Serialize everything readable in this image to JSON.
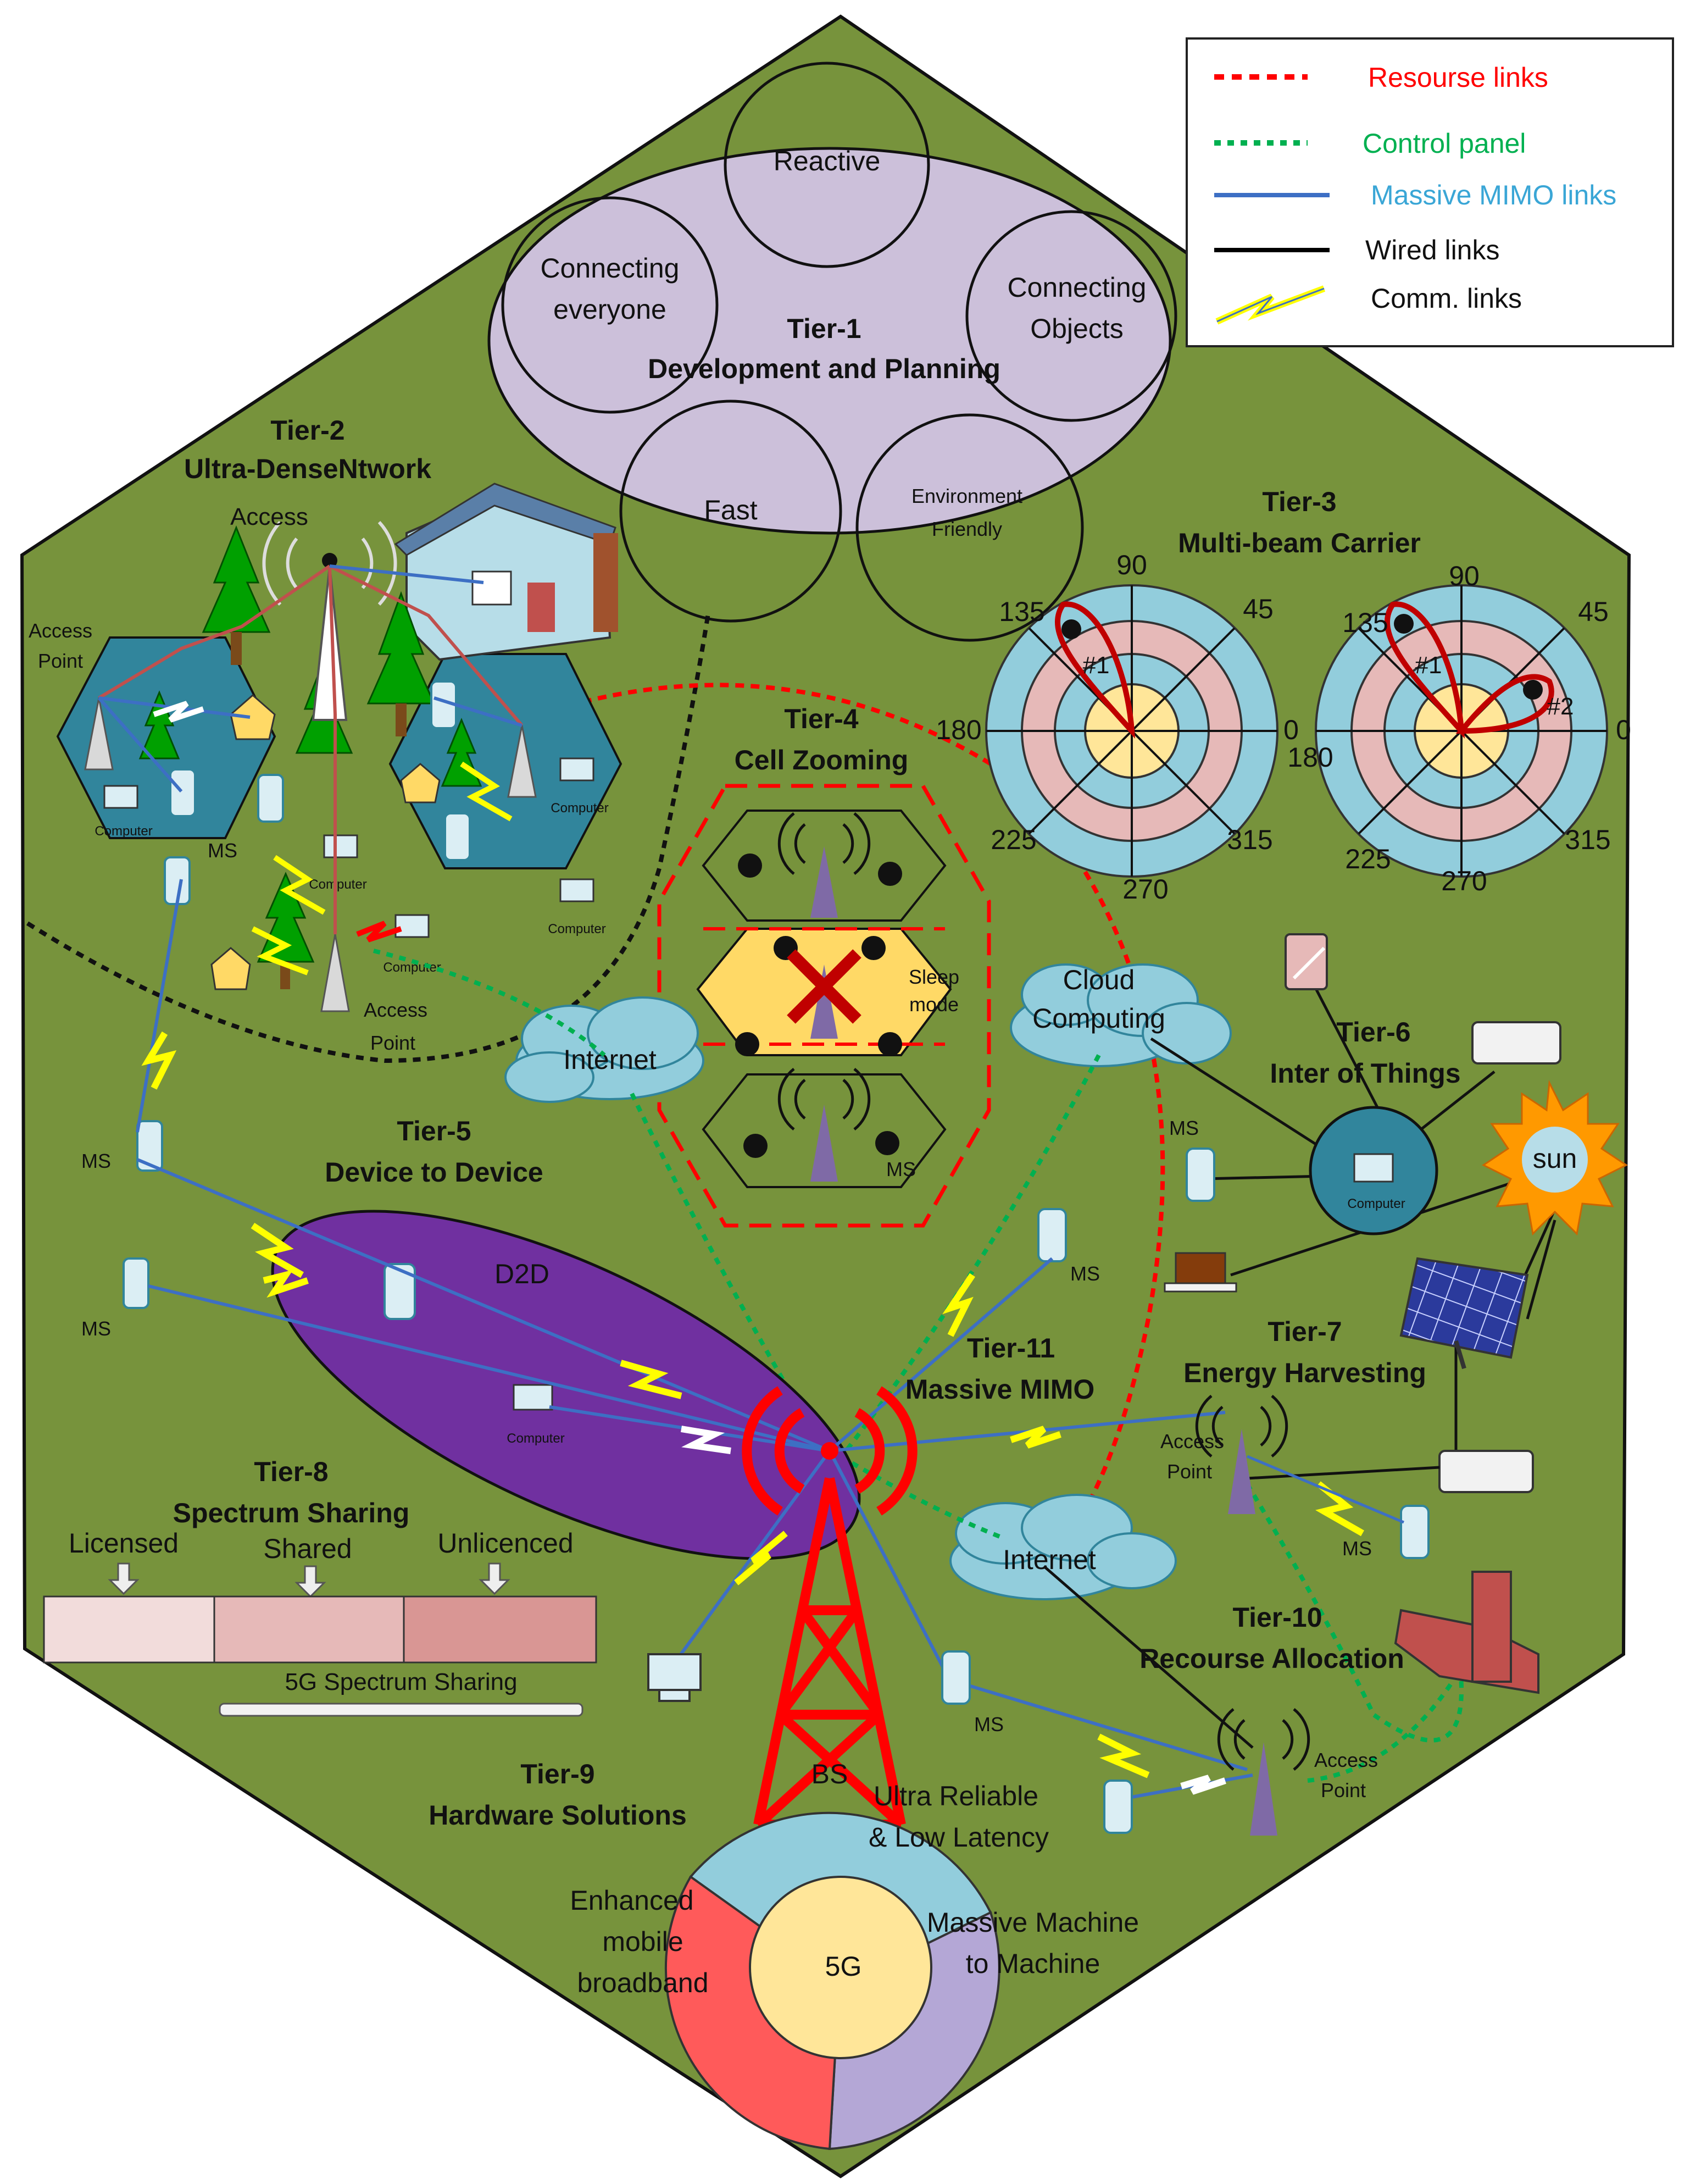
{
  "legend": {
    "items": [
      {
        "label": "Resourse links",
        "color": "#ff0000",
        "style": "dashed"
      },
      {
        "label": "Control panel",
        "color": "#00b050",
        "style": "dotted"
      },
      {
        "label": "Massive MIMO links",
        "color": "#3aa6d6",
        "style": "solid-blue"
      },
      {
        "label": "Wired links",
        "color": "#000000",
        "style": "solid"
      },
      {
        "label": "Comm. links",
        "color": "#ffff00",
        "style": "lightning"
      }
    ]
  },
  "tier1": {
    "title": "Tier-1",
    "subtitle": "Development and Planning",
    "circles": [
      "Reactive",
      "Connecting",
      "everyone",
      "Connecting",
      "Objects",
      "Fast",
      "Environment",
      "Friendly"
    ]
  },
  "tier2": {
    "title": "Tier-2",
    "subtitle": "Ultra-DenseNtwork"
  },
  "tier3": {
    "title": "Tier-3",
    "subtitle": "Multi-beam Carrier",
    "angles": [
      "90",
      "45",
      "135",
      "180",
      "0",
      "225",
      "315",
      "270"
    ],
    "beams": [
      "#1",
      "#1",
      "#2"
    ]
  },
  "tier4": {
    "title": "Tier-4",
    "subtitle": "Cell Zooming",
    "sleep": [
      "Sleep",
      "mode"
    ]
  },
  "tier5": {
    "title": "Tier-5",
    "subtitle": "Device to Device",
    "d2d": "D2D"
  },
  "tier6": {
    "title": "Tier-6",
    "subtitle": "Inter of Things"
  },
  "tier7": {
    "title": "Tier-7",
    "subtitle": "Energy Harvesting",
    "sun": "sun"
  },
  "tier8": {
    "title": "Tier-8",
    "subtitle": "Spectrum Sharing",
    "bands": [
      "Licensed",
      "Shared",
      "Unlicenced"
    ],
    "caption": "5G Spectrum Sharing"
  },
  "tier9": {
    "title": "Tier-9",
    "subtitle": "Hardware Solutions",
    "center": "5G",
    "segments": [
      "Ultra Reliable",
      "& Low Latency",
      "Enhanced",
      "mobile",
      "broadband",
      "Massive Machine",
      "to Machine"
    ]
  },
  "tier10": {
    "title": "Tier-10",
    "subtitle": "Recourse Allocation"
  },
  "tier11": {
    "title": "Tier-11",
    "subtitle": "Massive MIMO",
    "bs": "BS"
  },
  "labels": {
    "access": "Access",
    "point": "Point",
    "access_point_1": "Access",
    "access_point_2": "Point",
    "ms": "MS",
    "computer": "Computer",
    "internet": "Internet",
    "cloud1": "Cloud",
    "cloud2": "Computing"
  },
  "colors": {
    "background": "#77933c",
    "hex_border": "#111111",
    "tier1_fill": "#ccc0da",
    "d2d_fill": "#7030a0",
    "cloud_fill": "#92cddc",
    "tower_red": "#ff0000",
    "antenna_purple": "#7f6aa6",
    "polar_outer": "#92cddc",
    "polar_mid": "#e6b9b8",
    "polar_inner": "#ffe699",
    "zoom_yellow": "#ffd966",
    "seg_blue": "#92cddc",
    "seg_red": "#ff5a5a",
    "seg_purple": "#b4a7d6"
  }
}
